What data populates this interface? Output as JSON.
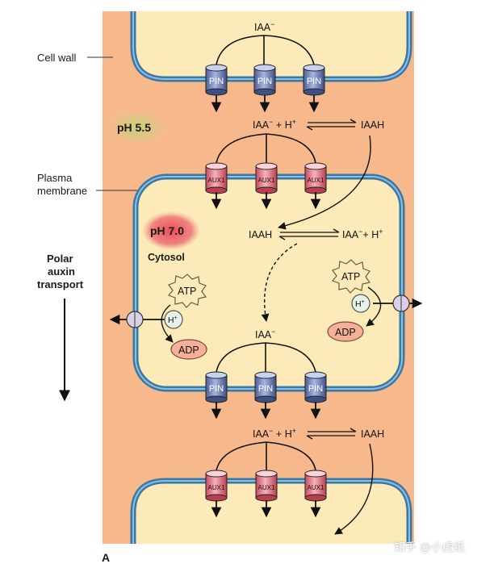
{
  "labels": {
    "cell_wall": "Cell wall",
    "plasma_membrane_line1": "Plasma",
    "plasma_membrane_line2": "membrane",
    "polar_line1": "Polar",
    "polar_line2": "auxin",
    "polar_line3": "transport",
    "ph_wall": "pH 5.5",
    "ph_cytosol": "pH 7.0",
    "cytosol": "Cytosol",
    "panel": "A",
    "watermark": "知乎 @小虎纸"
  },
  "molecules": {
    "iaa_anion": "IAA",
    "iaa_charge": "−",
    "plus": "+",
    "h": "H",
    "h_charge": "+",
    "iaah": "IAAH",
    "atp": "ATP",
    "adp": "ADP",
    "h_ion": "H+"
  },
  "carriers": {
    "pin": "PIN",
    "aux1": "AUX1"
  },
  "colors": {
    "cell_wall": "#f7b98c",
    "cytoplasm": "#fcebb8",
    "membrane_outer": "#3a78a6",
    "membrane_inner": "#86b8d8",
    "pin_body": "#7d8fc0",
    "aux1_body": "#e58a96",
    "ph_wall_blob": "#c4d27a",
    "ph_cytosol_blob": "#e8545e"
  }
}
